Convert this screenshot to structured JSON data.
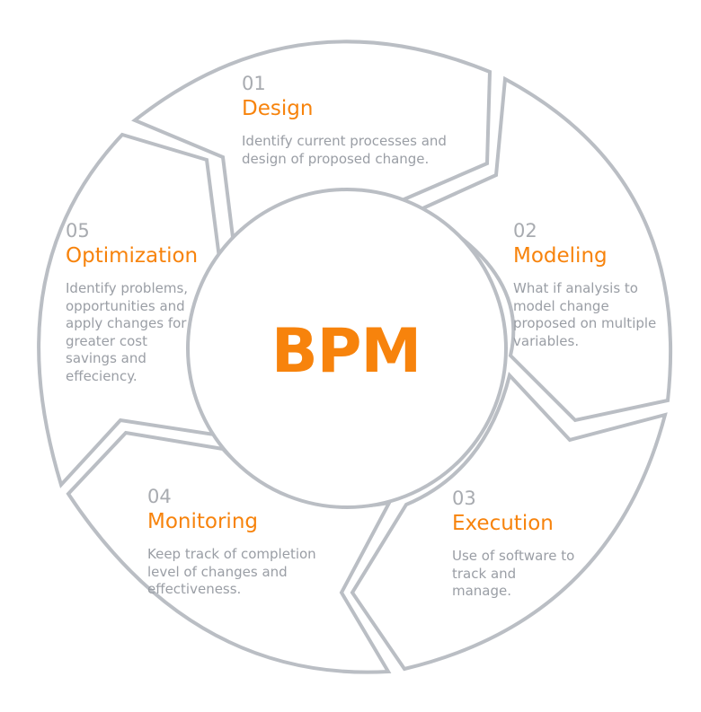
{
  "center": {
    "label": "BPM"
  },
  "stages": [
    {
      "number": "01",
      "title": "Design",
      "description": "Identify current processes and design of proposed change."
    },
    {
      "number": "02",
      "title": "Modeling",
      "description": "What if analysis to model change proposed on multiple variables."
    },
    {
      "number": "03",
      "title": "Execution",
      "description": "Use of software to track and manage."
    },
    {
      "number": "04",
      "title": "Monitoring",
      "description": "Keep track of completion level of changes and effectiveness."
    },
    {
      "number": "05",
      "title": "Optimization",
      "description": "Identify problems, opportunities and apply changes for greater cost savings and effeciency."
    }
  ],
  "colors": {
    "accent": "#f7830c",
    "outline": "#babec4",
    "number": "#a8abb0",
    "text": "#9a9ea5"
  }
}
